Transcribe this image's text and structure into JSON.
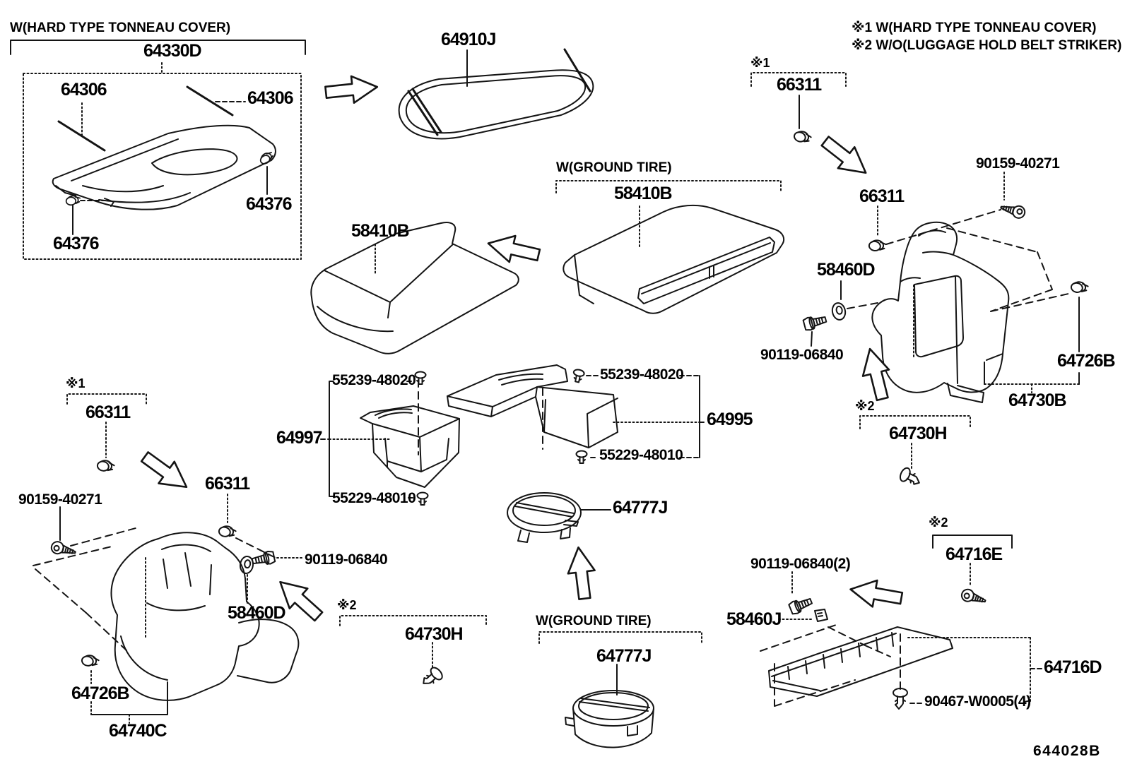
{
  "diagram_code": "644028B",
  "notes": {
    "note1": "※1 W(HARD TYPE TONNEAU COVER)",
    "note2": "※2 W/O(LUGGAGE HOLD BELT STRIKER)"
  },
  "tonneau": {
    "header": "W(HARD TYPE TONNEAU COVER)",
    "assembly": "64330D",
    "strip_left": "64306",
    "strip_right": "64306",
    "clip_left": "64376",
    "clip_right": "64376",
    "cover": "64910J"
  },
  "deck_boards": {
    "ground_tire_header": "W(GROUND TIRE)",
    "board_ground_tire": "58410B",
    "board_standard": "58410B"
  },
  "deck_trays": {
    "clip_upper_left": "55239-48020",
    "clip_upper_right": "55239-48020",
    "clip_lower_left": "55229-48010",
    "clip_lower_right": "55229-48010",
    "tray_left": "64997",
    "tray_right": "64995",
    "tray_center": "64777J",
    "ground_tire_header": "W(GROUND TIRE)",
    "tray_round": "64777J"
  },
  "quarter_trim_right": {
    "ref1": "※1",
    "clip_top": "66311",
    "screw": "90159-40271",
    "clip_mid": "66311",
    "grommet": "58460D",
    "bolt": "90119-06840",
    "clip_lower": "64726B",
    "panel": "64730B",
    "ref2": "※2",
    "pin": "64730H"
  },
  "quarter_trim_left": {
    "ref1": "※1",
    "clip_top": "66311",
    "screw": "90159-40271",
    "clip_mid": "66311",
    "bolt": "90119-06840",
    "grommet": "58460D",
    "ref2": "※2",
    "pin": "64730H",
    "clip_lower": "64726B",
    "panel": "64740C"
  },
  "rear_sill": {
    "bolt": "90119-06840(2)",
    "clip": "58460J",
    "ref2": "※2",
    "screw": "64716E",
    "plate": "64716D",
    "pin": "90467-W0005(4)"
  }
}
